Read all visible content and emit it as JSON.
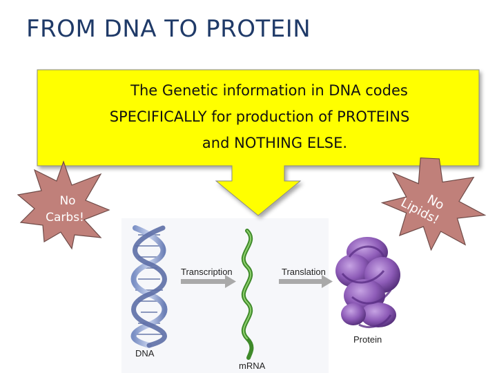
{
  "slide": {
    "title": "FROM DNA TO PROTEIN",
    "callout": {
      "lines": [
        "The Genetic information in DNA codes",
        "SPECIFICALLY for production of PROTEINS",
        "and NOTHING ELSE."
      ]
    },
    "burst_left": {
      "lines": [
        "No",
        "Carbs!"
      ]
    },
    "burst_right": {
      "lines": [
        "No",
        "Lipids!"
      ]
    },
    "figure": {
      "dna_label": "DNA",
      "mrna_label": "mRNA",
      "protein_label": "Protein",
      "arrow1_label": "Transcription",
      "arrow2_label": "Translation"
    },
    "colors": {
      "title": "#1f3a68",
      "callout_fill": "#ffff00",
      "burst_fill": "#c0807a",
      "burst_text": "#ffffff",
      "mrna": "#55a83a",
      "protein": "#8e5cb8"
    }
  }
}
